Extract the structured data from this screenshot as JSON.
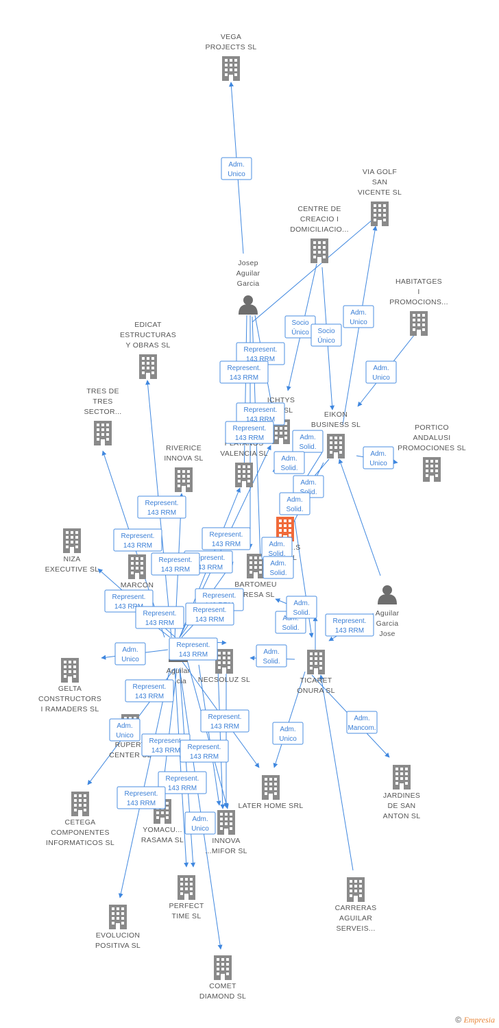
{
  "colors": {
    "edge": "#3f87df",
    "company": "#8a8a8a",
    "focus": "#f06a3a",
    "label": "#555555",
    "person": "#6e6e6e"
  },
  "nodes": [
    {
      "id": "vega",
      "type": "company",
      "label": [
        "VEGA",
        "PROJECTS  SL"
      ],
      "pos": "above"
    },
    {
      "id": "viagolf",
      "type": "company",
      "label": [
        "VIA GOLF",
        "SAN",
        "VICENTE SL"
      ],
      "pos": "above"
    },
    {
      "id": "centre",
      "type": "company",
      "label": [
        "CENTRE DE",
        "CREACIO I",
        "DOMICILIACIO..."
      ],
      "pos": "above"
    },
    {
      "id": "josep",
      "type": "person",
      "label": [
        "Josep",
        "Aguilar",
        "Garcia"
      ],
      "pos": "above"
    },
    {
      "id": "habitatges",
      "type": "company",
      "label": [
        "HABITATGES",
        "I",
        "PROMOCIONS..."
      ],
      "pos": "above"
    },
    {
      "id": "edicat",
      "type": "company",
      "label": [
        "EDICAT",
        "ESTRUCTURAS",
        "Y OBRAS SL"
      ],
      "pos": "above"
    },
    {
      "id": "tresde",
      "type": "company",
      "label": [
        "TRES DE",
        "TRES",
        "SECTOR..."
      ],
      "pos": "above"
    },
    {
      "id": "ichtys",
      "type": "company",
      "label": [
        "ICHTYS",
        "...G SL"
      ],
      "pos": "above"
    },
    {
      "id": "eikon",
      "type": "company",
      "label": [
        "EIKON",
        "BUSINESS SL"
      ],
      "pos": "above"
    },
    {
      "id": "portico",
      "type": "company",
      "label": [
        "PORTICO",
        "ANDALUSI",
        "PROMOCIONES SL"
      ],
      "pos": "above"
    },
    {
      "id": "riverice",
      "type": "company",
      "label": [
        "RIVERICE",
        "INNOVA SL"
      ],
      "pos": "above"
    },
    {
      "id": "platanos",
      "type": "company",
      "label": [
        "PLATANOS",
        "VALENCIA SL"
      ],
      "pos": "above"
    },
    {
      "id": "focus",
      "type": "focus",
      "label": [
        "...EDI...S",
        "...R SL"
      ],
      "pos": "below"
    },
    {
      "id": "niza",
      "type": "company",
      "label": [
        "NIZA",
        "EXECUTIVE SL"
      ],
      "pos": "below"
    },
    {
      "id": "marcon",
      "type": "company",
      "label": [
        "MARCON",
        "...SL"
      ],
      "pos": "below"
    },
    {
      "id": "bartomeu",
      "type": "company",
      "label": [
        "BARTOMEU",
        "...RESA SL"
      ],
      "pos": "below"
    },
    {
      "id": "aguilarjose",
      "type": "person",
      "label": [
        "Aguilar",
        "Garcia",
        "Jose"
      ],
      "pos": "below"
    },
    {
      "id": "gelta",
      "type": "company",
      "label": [
        "GELTA",
        "CONSTRUCTORS",
        "I RAMADERS SL"
      ],
      "pos": "below"
    },
    {
      "id": "necsoluz",
      "type": "company",
      "label": [
        "NECSOLUZ SL"
      ],
      "pos": "below"
    },
    {
      "id": "aguilarc",
      "type": "person",
      "label": [
        "Aguilar",
        "...cia"
      ],
      "pos": "below"
    },
    {
      "id": "ticaret",
      "type": "company",
      "label": [
        "TICARET",
        "ONURA SL"
      ],
      "pos": "below"
    },
    {
      "id": "rupert",
      "type": "company",
      "label": [
        "RUPERT",
        "CENTER SL"
      ],
      "pos": "below"
    },
    {
      "id": "cetega",
      "type": "company",
      "label": [
        "CETEGA",
        "COMPONENTES",
        "INFORMATICOS SL"
      ],
      "pos": "below"
    },
    {
      "id": "yomacu",
      "type": "company",
      "label": [
        "YOMACU...",
        "RASAMA  SL"
      ],
      "pos": "below"
    },
    {
      "id": "innova",
      "type": "company",
      "label": [
        "INNOVA",
        "...MIFOR SL"
      ],
      "pos": "below"
    },
    {
      "id": "laterhome",
      "type": "company",
      "label": [
        "LATER HOME SRL"
      ],
      "pos": "below"
    },
    {
      "id": "jardines",
      "type": "company",
      "label": [
        "JARDINES",
        "DE SAN",
        "ANTON SL"
      ],
      "pos": "below"
    },
    {
      "id": "perfect",
      "type": "company",
      "label": [
        "PERFECT",
        "TIME SL"
      ],
      "pos": "below"
    },
    {
      "id": "carreras",
      "type": "company",
      "label": [
        "CARRERAS",
        "AGUILAR",
        "SERVEIS..."
      ],
      "pos": "below"
    },
    {
      "id": "evolucion",
      "type": "company",
      "label": [
        "EVOLUCION",
        "POSITIVA SL"
      ],
      "pos": "below"
    },
    {
      "id": "comet",
      "type": "company",
      "label": [
        "COMET",
        "DIAMOND SL"
      ],
      "pos": "below"
    }
  ],
  "edge_labels": [
    [
      "Adm.",
      "Unico"
    ],
    [
      "Socio",
      "Único"
    ],
    [
      "Socio",
      "Único"
    ],
    [
      "Adm.",
      "Unico"
    ],
    [
      "Adm.",
      "Unico"
    ],
    [
      "Represent.",
      "143 RRM"
    ],
    [
      "Represent.",
      "143 RRM"
    ],
    [
      "Represent.",
      "143 RRM"
    ],
    [
      "Represent.",
      "143 RRM"
    ],
    [
      "Adm.",
      "Solid."
    ],
    [
      "Adm.",
      "Solid."
    ],
    [
      "Adm.",
      "Unico"
    ],
    [
      "Adm.",
      "Solid."
    ],
    [
      "Adm.",
      "Solid."
    ],
    [
      "Represent.",
      "143 RRM"
    ],
    [
      "Represent.",
      "143 RRM"
    ],
    [
      "Represent.",
      "143 RRM"
    ],
    [
      "Represent.",
      "143 RRM"
    ],
    [
      "Adm.",
      "Solid."
    ],
    [
      "Adm.",
      "Solid."
    ],
    [
      "Represent.",
      "143 RRM"
    ],
    [
      "Represent.",
      "143 RRM"
    ],
    [
      "Represent.",
      "143 RRM"
    ],
    [
      "Represent.",
      "143 RRM"
    ],
    [
      "Represent.",
      "143 RRM"
    ],
    [
      "Adm.",
      "Solid."
    ],
    [
      "Adm.",
      "Solid."
    ],
    [
      "Represent.",
      "143 RRM"
    ],
    [
      "Adm.",
      "Unico"
    ],
    [
      "Represent.",
      "143 RRM"
    ],
    [
      "Adm.",
      "Solid."
    ],
    [
      "Represent.",
      "143 RRM"
    ],
    [
      "Adm.",
      "Unico"
    ],
    [
      "Represent.",
      "143 RRM"
    ],
    [
      "Adm.",
      "Unico"
    ],
    [
      "Adm.",
      "Mancom."
    ],
    [
      "Represent.",
      "143 RRM"
    ],
    [
      "Represent.",
      "143 RRM"
    ],
    [
      "Represent.",
      "143 RRM"
    ],
    [
      "Represent.",
      "143 RRM"
    ],
    [
      "Adm.",
      "Unico"
    ]
  ],
  "footer": {
    "copyright": "©",
    "brand": "Empresia"
  }
}
